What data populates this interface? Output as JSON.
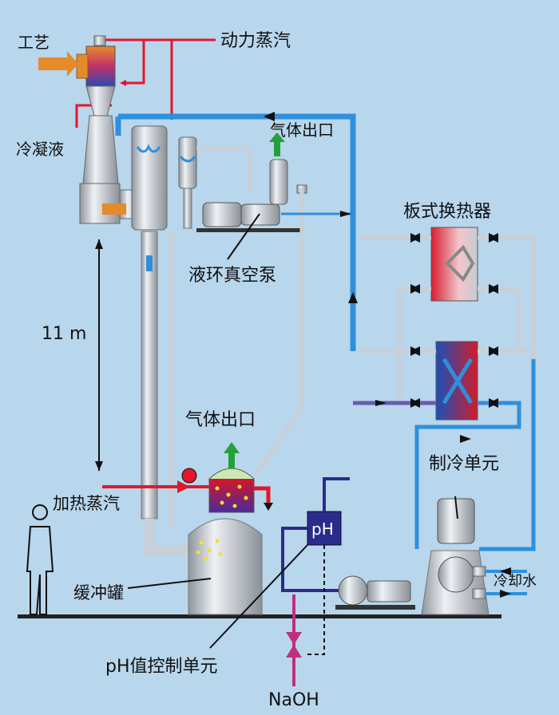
{
  "labels": {
    "process": "工艺",
    "motive_steam": "动力蒸汽",
    "condensate": "冷凝液",
    "gas_outlet_top": "气体出口",
    "plate_heat_exchanger": "板式换热器",
    "liquid_ring_pump": "液环真空泵",
    "height": "11 m",
    "gas_outlet_tank": "气体出口",
    "refrigeration_unit": "制冷单元",
    "heating_steam": "加热蒸汽",
    "buffer_tank": "缓冲罐",
    "ph_box": "pH",
    "cooling_water": "冷却水",
    "ph_control_unit": "pH值控制单元",
    "naoh": "NaOH"
  },
  "colors": {
    "background": "#b8d6ec",
    "steam_red": "#e0182b",
    "cold_blue": "#2f8fdc",
    "hot_purple": "#8a3a8a",
    "grey_pipe": "#c9cfd6",
    "ph_box": "#2b2b8c",
    "gas_green": "#22a13a"
  }
}
